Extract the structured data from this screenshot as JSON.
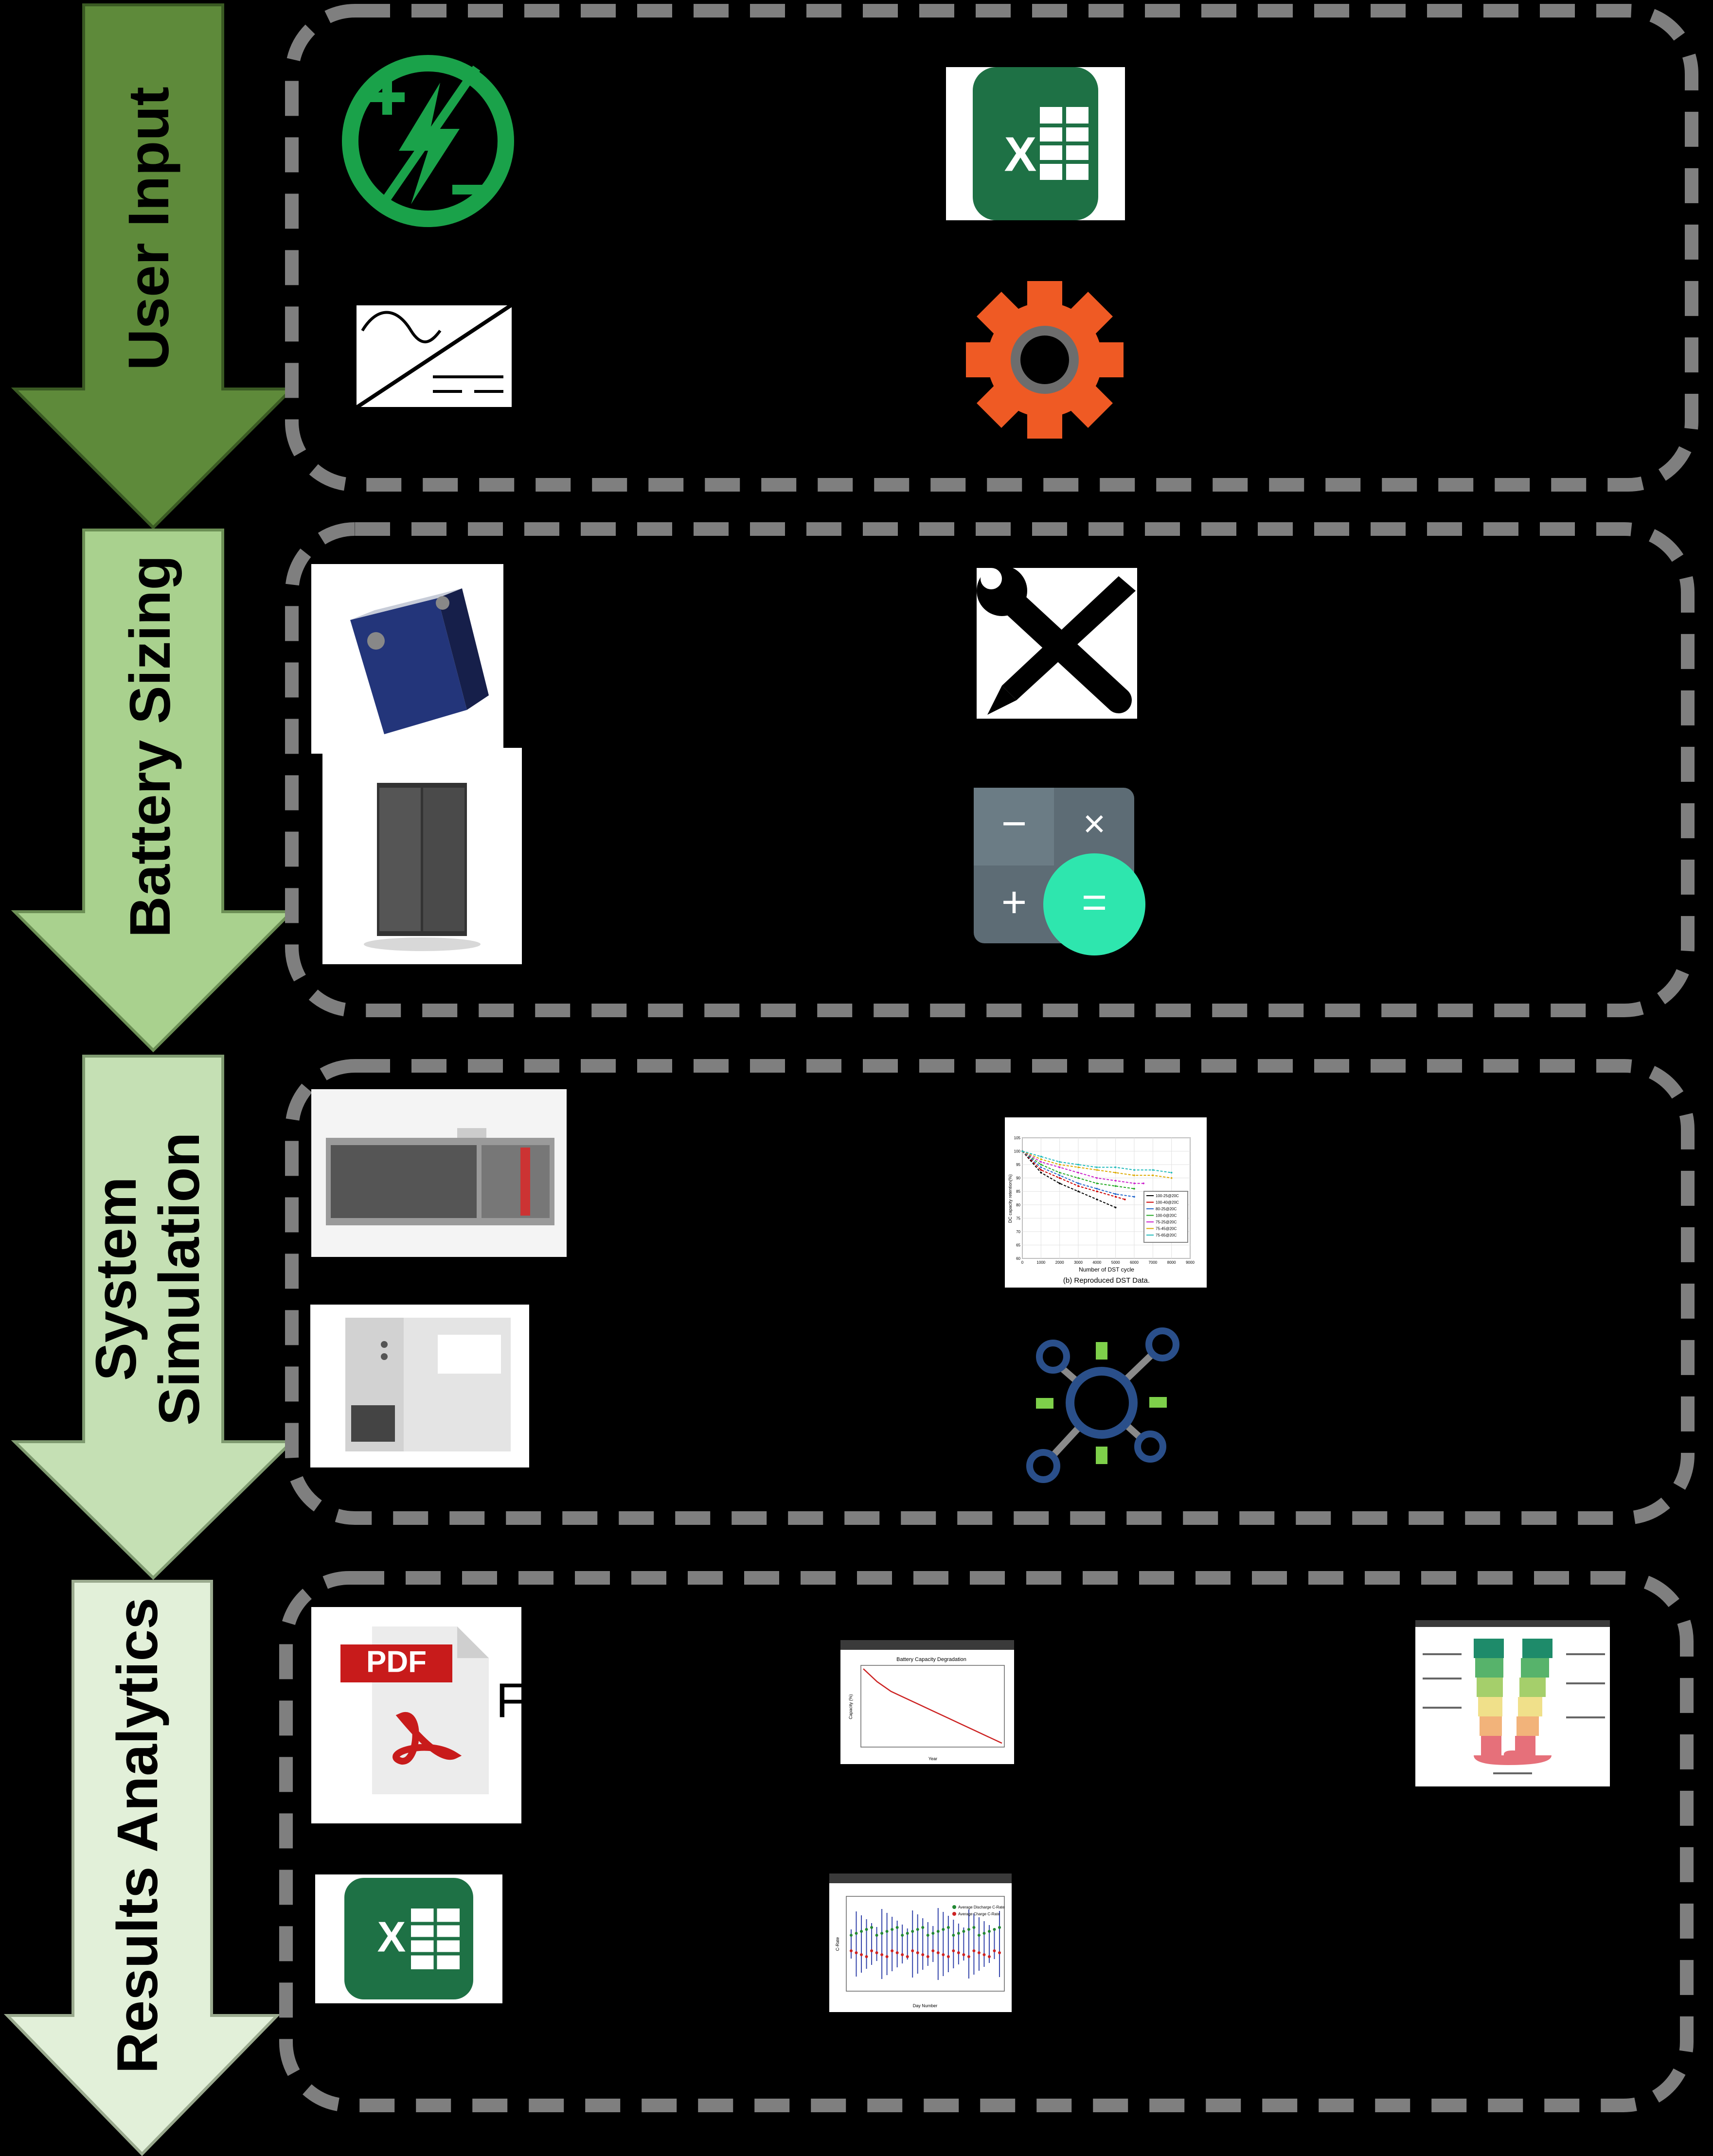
{
  "stages": [
    {
      "id": "user-input",
      "label_lines": [
        "User Input"
      ],
      "color": "#5e8a3a"
    },
    {
      "id": "battery-sizing",
      "label_lines": [
        "Battery Sizing"
      ],
      "color": "#a9d18e"
    },
    {
      "id": "system-simulation",
      "label_lines": [
        "System",
        "Simulation"
      ],
      "color": "#c5e0b4"
    },
    {
      "id": "results-analytics",
      "label_lines": [
        "Results Analytics"
      ],
      "color": "#e2f0d9"
    }
  ],
  "icons": {
    "user_input": [
      "energy-plug-icon",
      "excel-icon",
      "inverter-icon",
      "settings-gear-icon"
    ],
    "battery_sizing": [
      "battery-cell-icon",
      "tools-icon",
      "battery-rack-icon",
      "calculator-icon"
    ],
    "system_simulation": [
      "battery-container-icon",
      "degradation-chart-icon",
      "pcs-cabinet-icon",
      "network-hub-icon"
    ],
    "results_analytics": [
      "pdf-report-icon",
      "capacity-degradation-plot-icon",
      "energy-sankey-icon",
      "excel-output-icon",
      "c-rate-plot-icon"
    ]
  },
  "pdf_icon": {
    "badge": "PDF",
    "side_glyph": "F"
  },
  "excel_icon": {
    "glyph": "X"
  },
  "calculator_icon": {
    "keys": [
      "−",
      "×",
      "+",
      "="
    ]
  },
  "degradation_chart": {
    "type": "line",
    "caption": "(b) Reproduced DST Data.",
    "xlabel": "Number of DST cycle",
    "ylabel": "DC capacity retention(%)",
    "x_ticks": [
      "0",
      "1000",
      "2000",
      "3000",
      "4000",
      "5000",
      "6000",
      "7000",
      "8000",
      "9000"
    ],
    "y_ticks": [
      "105",
      "100",
      "95",
      "90",
      "85",
      "80",
      "75",
      "70",
      "65",
      "60"
    ],
    "xlim": [
      0,
      9000
    ],
    "ylim": [
      60,
      105
    ],
    "grid": true,
    "legend": "right",
    "series": [
      {
        "name": "100-25@20C",
        "color": "#000000",
        "x": [
          0,
          1000,
          2000,
          3000,
          4000,
          5000
        ],
        "y": [
          100,
          92,
          88,
          85,
          82,
          79
        ]
      },
      {
        "name": "100-40@20C",
        "color": "#cc0000",
        "x": [
          0,
          1000,
          2000,
          3000,
          4000,
          5000,
          5500
        ],
        "y": [
          100,
          93,
          90,
          87,
          85,
          83,
          82
        ]
      },
      {
        "name": "80-25@20C",
        "color": "#2266cc",
        "x": [
          0,
          1000,
          2000,
          3000,
          4000,
          5000,
          6000
        ],
        "y": [
          100,
          94,
          91,
          88,
          86,
          84,
          83
        ]
      },
      {
        "name": "100-0@20C",
        "color": "#22aa22",
        "x": [
          0,
          1000,
          2000,
          3000,
          4000,
          5000,
          6000
        ],
        "y": [
          100,
          95,
          92,
          90,
          88,
          87,
          86
        ]
      },
      {
        "name": "75-25@20C",
        "color": "#cc22cc",
        "x": [
          0,
          1000,
          2000,
          3000,
          4000,
          5000,
          6000,
          6500
        ],
        "y": [
          100,
          96,
          94,
          92,
          90,
          89,
          88,
          88
        ]
      },
      {
        "name": "75-45@20C",
        "color": "#ddaa00",
        "x": [
          0,
          1000,
          2000,
          3000,
          4000,
          5000,
          6000,
          7000,
          8000
        ],
        "y": [
          100,
          97,
          95,
          94,
          93,
          92,
          91,
          91,
          90
        ]
      },
      {
        "name": "75-65@20C",
        "color": "#22bbbb",
        "x": [
          0,
          1000,
          2000,
          3000,
          4000,
          5000,
          6000,
          7000,
          8000
        ],
        "y": [
          100,
          98,
          96,
          95,
          94,
          94,
          93,
          93,
          92
        ]
      }
    ]
  },
  "capacity_plot": {
    "type": "line",
    "title": "Battery Capacity Degradation",
    "xlabel": "Year",
    "ylabel": "Capacity (%)",
    "color": "#cc2222",
    "x": [
      0,
      1,
      2,
      3,
      4,
      5,
      6,
      7,
      8,
      9,
      10
    ],
    "y": [
      100,
      96,
      93,
      91,
      89,
      87,
      85,
      83,
      81,
      79,
      77
    ]
  },
  "c_rate_plot": {
    "type": "scatter",
    "xlabel": "Day Number",
    "ylabel": "C-Rate",
    "legend": [
      "Average Discharge C-Rate",
      "Average Charge C-Rate"
    ],
    "colors": [
      "#228833",
      "#cc2222"
    ],
    "days": 30
  },
  "sankey_plot": {
    "type": "sankey",
    "colors": [
      "#1e8b6a",
      "#57b36b",
      "#a5cf6b",
      "#f0e08a",
      "#f2b37a",
      "#e6707a"
    ]
  }
}
